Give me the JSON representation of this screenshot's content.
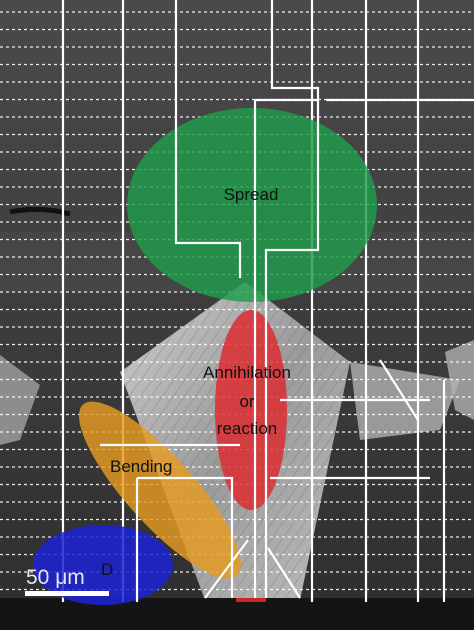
{
  "figure": {
    "labels": {
      "spread": "Spread",
      "annihilation_line1": "Annihilation",
      "annihilation_line2": "or",
      "annihilation_line3": "reaction",
      "bending": "Bending",
      "overlay_letter": "D"
    },
    "scale_bar": {
      "text": "50 μm"
    },
    "colors": {
      "spread_region": "#1f9e4a",
      "annihilation_region": "#e0262a",
      "bending_region": "#e69a22",
      "dislocation_region": "#1c22d6",
      "overlay_lines": "#ffffff",
      "background": "#3a3a3a"
    }
  }
}
